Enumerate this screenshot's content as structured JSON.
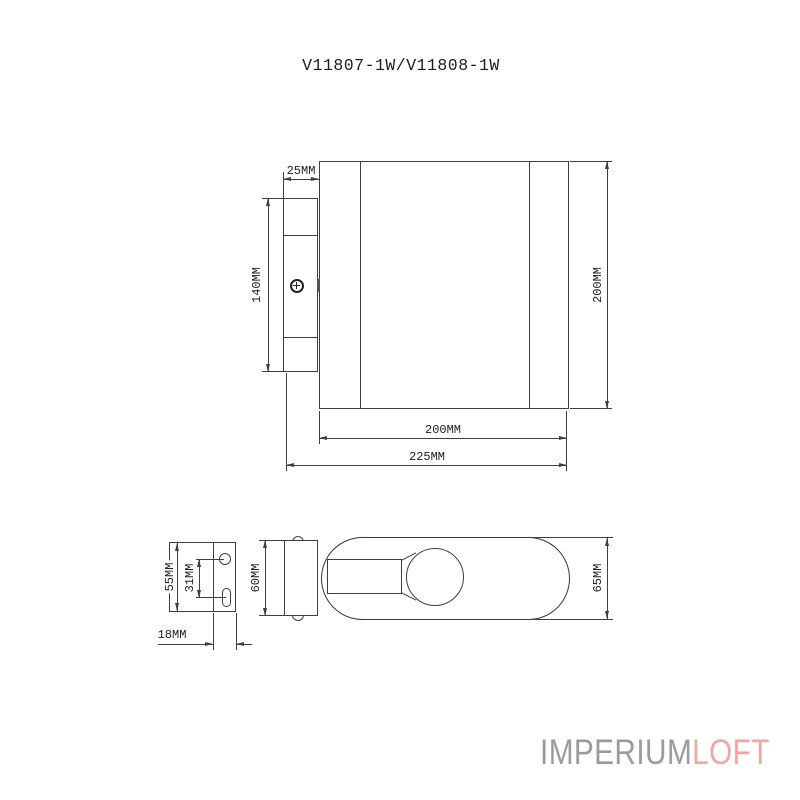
{
  "title": "V11807-1W/V11808-1W",
  "views": {
    "front": {
      "dims": {
        "bracket_width": "25MM",
        "bracket_height": "140MM",
        "body_height": "200MM",
        "body_width": "200MM",
        "overall_width": "225MM"
      }
    },
    "top": {
      "dims": {
        "plate_height": "55MM",
        "slot_spacing": "31MM",
        "plate_depth": "18MM",
        "backplate_width": "60MM",
        "body_diameter": "65MM"
      }
    }
  },
  "logo": {
    "part1": "IMPERIUM",
    "part2": "LOFT",
    "part1_color": "#9b9b9f",
    "part2_color": "#f2a6a4"
  }
}
